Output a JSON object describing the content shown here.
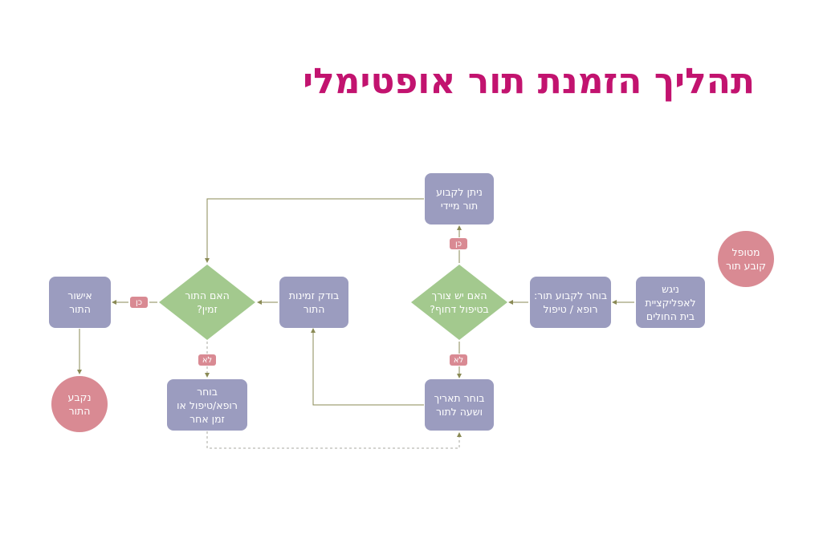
{
  "title": "תהליך הזמנת תור אופטימלי",
  "colors": {
    "title": "#c2136f",
    "process_box": "#9b9cbf",
    "decision_diamond": "#a3c98e",
    "terminal_circle": "#d98a93",
    "branch_tag": "#d98a93",
    "connector": "#8a8a55"
  },
  "nodes": {
    "start": "מטופל\nקובע תור",
    "enter_app": "ניגש\nלאפליקציית\nבית החולים",
    "choose_type": "בוחר לקבוע תור:\nרופא / טיפול",
    "urgent_question": "האם יש צורך\nבטיפול דחוף?",
    "immediate": "ניתן לקבוע\nתור מיידי",
    "choose_date": "בוחר תאריך\nושעה לתור",
    "check_availability": "בודק זמינות\nהתור",
    "available_question": "האם התור\nזמין?",
    "choose_other": "בוחר\nרופא/טיפול או\nזמן אחר",
    "confirm": "אישור\nהתור",
    "end": "נקבע\nהתור"
  },
  "branch_labels": {
    "urgent_yes": "כן",
    "urgent_no": "לא",
    "available_yes": "כן",
    "available_no": "לא"
  }
}
